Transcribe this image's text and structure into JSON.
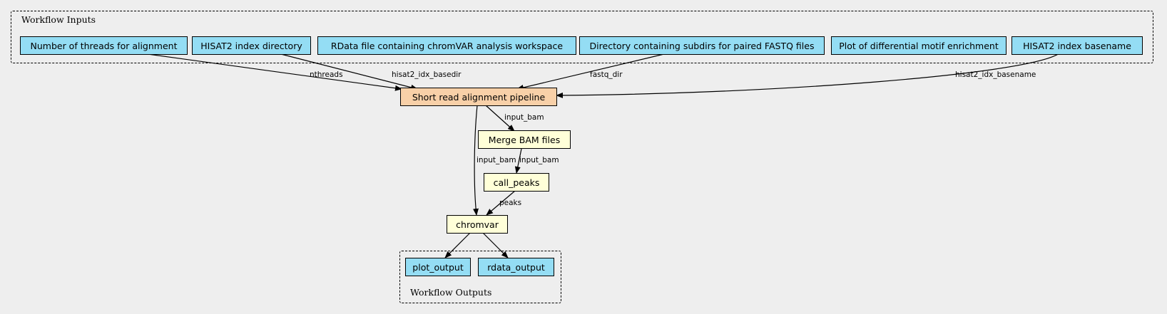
{
  "clusters": {
    "inputs_label": "Workflow Inputs",
    "outputs_label": "Workflow Outputs"
  },
  "inputs": [
    {
      "label": "Number of threads for alignment"
    },
    {
      "label": "HISAT2 index directory"
    },
    {
      "label": "RData file containing chromVAR analysis workspace"
    },
    {
      "label": "Directory containing subdirs for paired FASTQ files"
    },
    {
      "label": "Plot of differential motif enrichment"
    },
    {
      "label": "HISAT2 index basename"
    }
  ],
  "steps": {
    "alignment": "Short read alignment pipeline",
    "merge": "Merge BAM files",
    "call_peaks": "call_peaks",
    "chromvar": "chromvar"
  },
  "outputs": [
    {
      "label": "plot_output"
    },
    {
      "label": "rdata_output"
    }
  ],
  "edge_labels": {
    "nthreads": "nthreads",
    "hisat2_idx_basedir": "hisat2_idx_basedir",
    "fastq_dir": "fastq_dir",
    "hisat2_idx_basename": "hisat2_idx_basename",
    "align_to_merge": "input_bam",
    "align_to_chromvar": "input_bam",
    "merge_to_peaks": "input_bam",
    "peaks_to_chromvar": "peaks"
  },
  "colors": {
    "background": "#eeeeee",
    "input_node": "#94ddf4",
    "workflow_node": "#f8d0a8",
    "step_node": "#ffffd8"
  }
}
